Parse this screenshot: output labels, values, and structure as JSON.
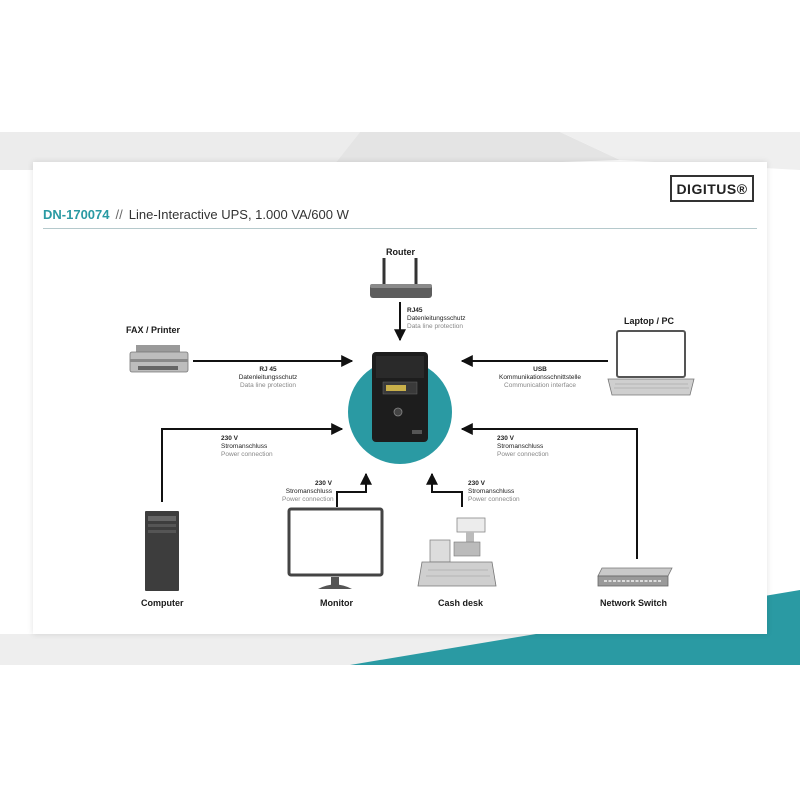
{
  "brand": {
    "logo_text": "DIGITUS®"
  },
  "header": {
    "product_code": "DN-170074",
    "separator": "//",
    "title": "Line-Interactive UPS, 1.000 VA/600 W"
  },
  "colors": {
    "accent": "#2a9aa3",
    "arrow": "#111111"
  },
  "devices": {
    "router": "Router",
    "fax_printer": "FAX / Printer",
    "laptop_pc": "Laptop / PC",
    "computer": "Computer",
    "monitor": "Monitor",
    "cash_desk": "Cash desk",
    "network_switch": "Network Switch"
  },
  "connections": {
    "router": {
      "type": "RJ45",
      "de": "Datenleitungsschutz",
      "en": "Data line protection"
    },
    "fax": {
      "type": "RJ 45",
      "de": "Datenleitungsschutz",
      "en": "Data line protection"
    },
    "laptop": {
      "type": "USB",
      "de": "Kommunikationsschnittstelle",
      "en": "Communication interface"
    },
    "computer": {
      "type": "230 V",
      "de": "Stromanschluss",
      "en": "Power connection"
    },
    "monitor": {
      "type": "230 V",
      "de": "Stromanschluss",
      "en": "Power connection"
    },
    "cash_desk": {
      "type": "230 V",
      "de": "Stromanschluss",
      "en": "Power connection"
    },
    "network_switch": {
      "type": "230 V",
      "de": "Stromanschluss",
      "en": "Power connection"
    }
  }
}
